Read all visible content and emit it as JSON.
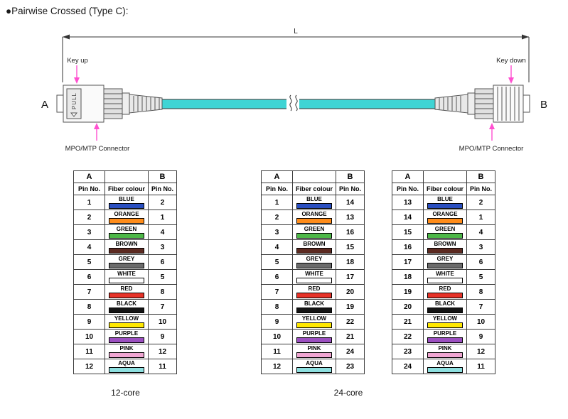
{
  "title": "●Pairwise Crossed (Type C):",
  "diagram": {
    "end_a": "A",
    "end_b": "B",
    "length_label": "L",
    "key_up_label": "Key up",
    "key_down_label": "Key down",
    "connector_label_left": "MPO/MTP Connector",
    "connector_label_right": "MPO/MTP Connector",
    "pull_label": "PULL",
    "cable_color": "#3fd4d4",
    "arrow_color": "#ff50d0"
  },
  "fiber_colors": {
    "BLUE": "#2a4fc0",
    "ORANGE": "#ff8c1a",
    "GREEN": "#4db848",
    "BROWN": "#5c2a21",
    "GREY": "#6b6b6b",
    "WHITE": "#ffffff",
    "RED": "#e63228",
    "BLACK": "#141414",
    "YELLOW": "#ffe800",
    "PURPLE": "#9b4fc0",
    "PINK": "#f0a6d2",
    "AQUA": "#8ee0e0"
  },
  "table_header": {
    "end_a": "A",
    "end_b": "B",
    "pin_no": "Pin No.",
    "fiber_colour": "Fiber colour"
  },
  "tables": [
    {
      "id": "12core",
      "rows": [
        [
          "1",
          "BLUE",
          "2"
        ],
        [
          "2",
          "ORANGE",
          "1"
        ],
        [
          "3",
          "GREEN",
          "4"
        ],
        [
          "4",
          "BROWN",
          "3"
        ],
        [
          "5",
          "GREY",
          "6"
        ],
        [
          "6",
          "WHITE",
          "5"
        ],
        [
          "7",
          "RED",
          "8"
        ],
        [
          "8",
          "BLACK",
          "7"
        ],
        [
          "9",
          "YELLOW",
          "10"
        ],
        [
          "10",
          "PURPLE",
          "9"
        ],
        [
          "11",
          "PINK",
          "12"
        ],
        [
          "12",
          "AQUA",
          "11"
        ]
      ]
    },
    {
      "id": "24core-left",
      "rows": [
        [
          "1",
          "BLUE",
          "14"
        ],
        [
          "2",
          "ORANGE",
          "13"
        ],
        [
          "3",
          "GREEN",
          "16"
        ],
        [
          "4",
          "BROWN",
          "15"
        ],
        [
          "5",
          "GREY",
          "18"
        ],
        [
          "6",
          "WHITE",
          "17"
        ],
        [
          "7",
          "RED",
          "20"
        ],
        [
          "8",
          "BLACK",
          "19"
        ],
        [
          "9",
          "YELLOW",
          "22"
        ],
        [
          "10",
          "PURPLE",
          "21"
        ],
        [
          "11",
          "PINK",
          "24"
        ],
        [
          "12",
          "AQUA",
          "23"
        ]
      ]
    },
    {
      "id": "24core-right",
      "rows": [
        [
          "13",
          "BLUE",
          "2"
        ],
        [
          "14",
          "ORANGE",
          "1"
        ],
        [
          "15",
          "GREEN",
          "4"
        ],
        [
          "16",
          "BROWN",
          "3"
        ],
        [
          "17",
          "GREY",
          "6"
        ],
        [
          "18",
          "WHITE",
          "5"
        ],
        [
          "19",
          "RED",
          "8"
        ],
        [
          "20",
          "BLACK",
          "7"
        ],
        [
          "21",
          "YELLOW",
          "10"
        ],
        [
          "22",
          "PURPLE",
          "9"
        ],
        [
          "23",
          "PINK",
          "12"
        ],
        [
          "24",
          "AQUA",
          "11"
        ]
      ]
    }
  ],
  "captions": {
    "core12": "12-core",
    "core24": "24-core"
  }
}
